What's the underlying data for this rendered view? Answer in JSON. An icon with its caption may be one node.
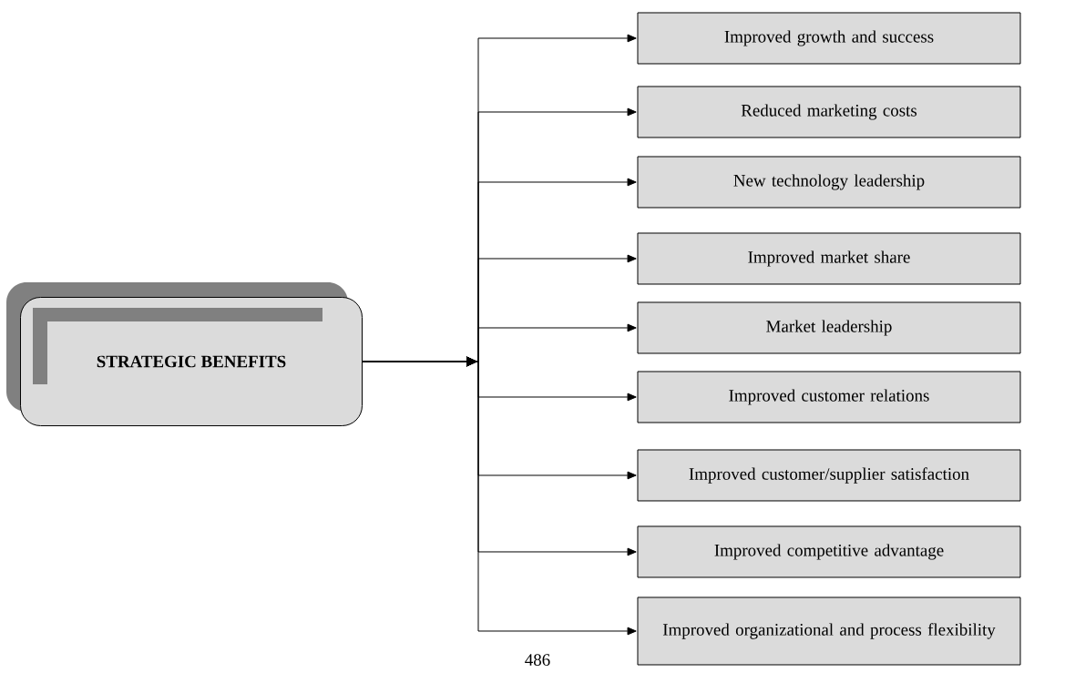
{
  "diagram": {
    "nodes": [
      {
        "text": [
          "STRATEGIC BENEFITS"
        ]
      },
      {
        "text": [
          "Improved growth and success"
        ]
      },
      {
        "text": [
          "Reduced marketing costs"
        ]
      },
      {
        "text": [
          "New technology leadership"
        ]
      },
      {
        "text": [
          "Improved market share"
        ]
      },
      {
        "text": [
          "Market leadership"
        ]
      },
      {
        "text": [
          "Improved customer relations"
        ]
      },
      {
        "text": [
          "Improved customer/supplier satisfaction"
        ]
      },
      {
        "text": [
          "Improved competitive advantage"
        ]
      },
      {
        "text": [
          "Improved organizational and process flexibility"
        ]
      }
    ],
    "edges": [
      {
        "from": 0,
        "to": 1,
        "arrow": "to"
      },
      {
        "from": 0,
        "to": 2,
        "arrow": "to"
      },
      {
        "from": 0,
        "to": 3,
        "arrow": "to"
      },
      {
        "from": 0,
        "to": 4,
        "arrow": "to"
      },
      {
        "from": 0,
        "to": 5,
        "arrow": "to"
      },
      {
        "from": 0,
        "to": 6,
        "arrow": "to"
      },
      {
        "from": 0,
        "to": 7,
        "arrow": "to"
      },
      {
        "from": 0,
        "to": 8,
        "arrow": "to"
      },
      {
        "from": 0,
        "to": 9,
        "arrow": "to"
      }
    ],
    "labels": [
      "486"
    ]
  }
}
